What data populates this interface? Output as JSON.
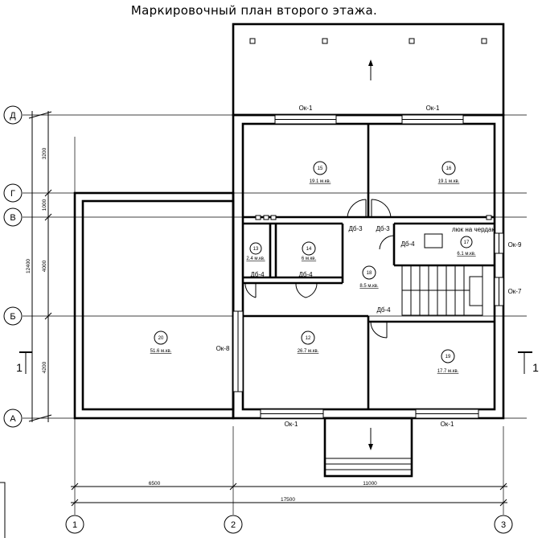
{
  "title": "Маркировочный план второго этажа.",
  "axes": {
    "rows": [
      "Д",
      "Г",
      "В",
      "Б",
      "А"
    ],
    "cols": [
      "1",
      "2",
      "3"
    ]
  },
  "dims": {
    "left_segments": [
      "3200",
      "1000",
      "4000",
      "4200"
    ],
    "left_total": "12400",
    "bottom_segments": [
      "6500",
      "11000"
    ],
    "bottom_total": "17500"
  },
  "section_mark": "1",
  "rooms": [
    {
      "num": "15",
      "area": "19.1 м.кв."
    },
    {
      "num": "16",
      "area": "19.1 м.кв."
    },
    {
      "num": "13",
      "area": "2.4 м.кв."
    },
    {
      "num": "14",
      "area": "6 м.кв."
    },
    {
      "num": "18",
      "area": "8.5 м.кв."
    },
    {
      "num": "17",
      "area": "6.1 м.кв."
    },
    {
      "num": "20",
      "area": "51.6 м.кв."
    },
    {
      "num": "12",
      "area": "26.7 м.кв."
    },
    {
      "num": "19",
      "area": "17.7 м.кв."
    }
  ],
  "labels": {
    "window_1": "Ок-1",
    "window_7": "Ок-7",
    "window_8": "Ок-8",
    "window_9": "Ок-9",
    "door_3": "Дб-3",
    "door_4": "Дб-4",
    "hatch": "люк на чердак"
  }
}
